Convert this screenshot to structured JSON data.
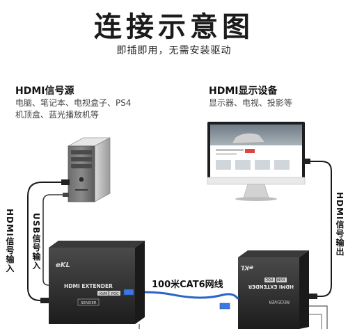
{
  "title": "连接示意图",
  "subtitle": "即插即用，无需安装驱动",
  "source": {
    "heading": "HDMI信号源",
    "desc_line1": "电脑、笔记本、电视盒子、PS4",
    "desc_line2": "机顶盒、蓝光播放机等"
  },
  "display": {
    "heading": "HDMI显示设备",
    "desc": "显示器、电视、投影等"
  },
  "labels": {
    "hdmi_in": "HDMI信号输入",
    "usb_in": "USB信号输入",
    "hdmi_out": "HDMI信号输出",
    "cable": "100米CAT6网线"
  },
  "sender": {
    "brand": "eKL",
    "model": "HDMI EXTENDER",
    "tags": [
      "KVM",
      "POC"
    ],
    "role": "SENDER"
  },
  "receiver": {
    "brand": "eKL",
    "model": "HDMI EXTENDER",
    "tags": [
      "KVM",
      "POC"
    ],
    "role": "RECEIVER"
  },
  "colors": {
    "network_cable": "#2a63c9",
    "hdmi_cable": "#1a1a1a"
  }
}
